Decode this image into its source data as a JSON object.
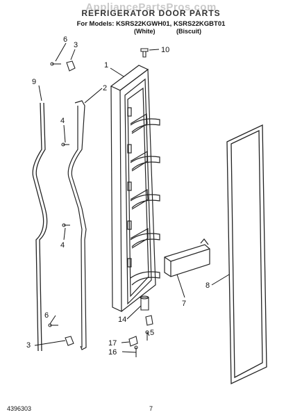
{
  "header": {
    "watermark": "AppliancePartsPros.com",
    "title": "REFRIGERATOR DOOR PARTS",
    "models": "For Models: KSRS22KGWH01, KSRS22KGBT01",
    "variant_white": "(White)",
    "variant_biscuit": "(Biscuit)"
  },
  "callouts": {
    "c1": "1",
    "c2": "2",
    "c3a": "3",
    "c3b": "3",
    "c4a": "4",
    "c4b": "4",
    "c5": "5",
    "c6a": "6",
    "c6b": "6",
    "c7": "7",
    "c8": "8",
    "c9": "9",
    "c10": "10",
    "c14": "14",
    "c16": "16",
    "c17": "17"
  },
  "footer": {
    "doc_number": "4396303",
    "page_number": "7"
  }
}
